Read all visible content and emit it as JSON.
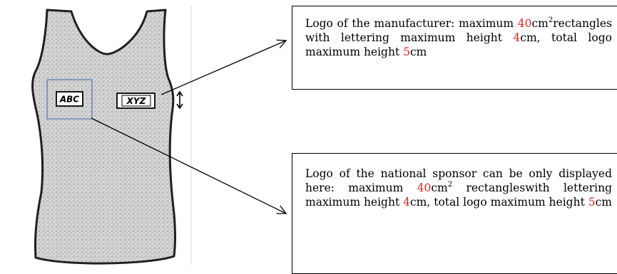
{
  "logos": {
    "left": "ABC",
    "right": "XYZ"
  },
  "callouts": {
    "manufacturer": {
      "p1": "Logo of the manufacturer: maximum ",
      "v1": "40",
      "p2": "cm",
      "sup": "2",
      "p3": "rectangles with lettering maximum height ",
      "v2": "4",
      "p4": "cm, total logo maximum height ",
      "v3": "5",
      "p5": "cm"
    },
    "sponsor": {
      "p1": "Logo of the national sponsor can be only displayed here: maximum ",
      "v1": "40",
      "p2": "cm",
      "sup": "2",
      "p3": " rectangleswith lettering maximum height ",
      "v2": "4",
      "p4": "cm, total logo maximum height ",
      "v3": "5",
      "p5": "cm"
    }
  },
  "colors": {
    "value_highlight": "#e8261f",
    "shirt_fill": "#cfcfcf",
    "outline": "#1a1a1a"
  }
}
